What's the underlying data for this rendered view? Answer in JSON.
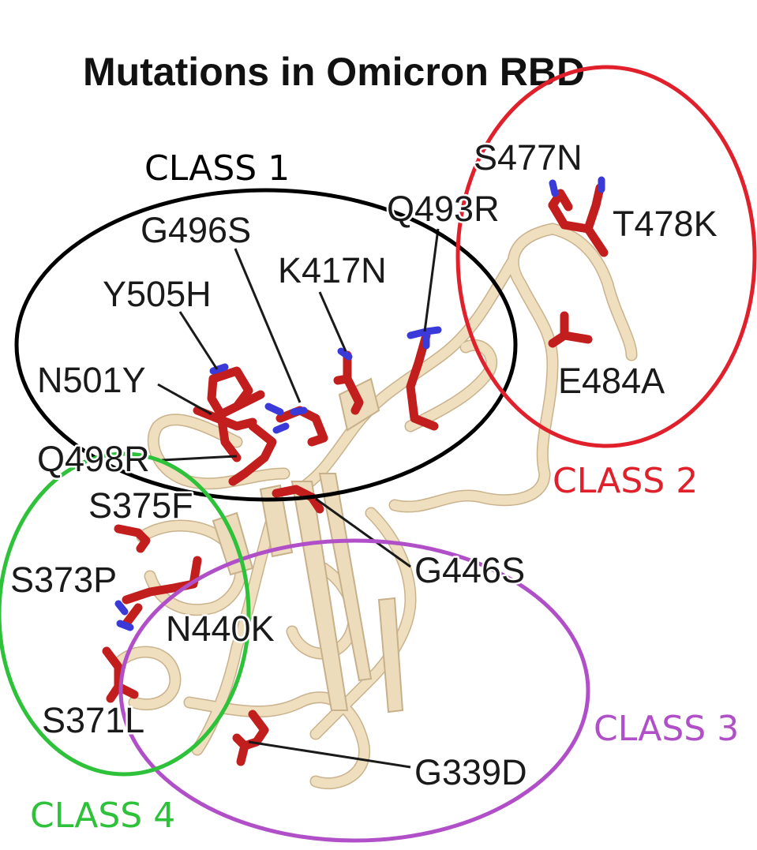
{
  "title": "Mutations in Omicron RBD",
  "classes": [
    {
      "label": "CLASS 1",
      "color": "#000000"
    },
    {
      "label": "CLASS 2",
      "color": "#e0202a"
    },
    {
      "label": "CLASS 3",
      "color": "#b04fc8"
    },
    {
      "label": "CLASS 4",
      "color": "#2ec13a"
    }
  ],
  "mutations": [
    "G496S",
    "K417N",
    "Q493R",
    "Y505H",
    "N501Y",
    "Q498R",
    "S477N",
    "T478K",
    "E484A",
    "S375F",
    "S373P",
    "N440K",
    "S371L",
    "G446S",
    "G339D"
  ],
  "colors": {
    "protein": "#efdfbf",
    "mutated_residue": "#c21e1e",
    "nitrogen": "#3a3ad8"
  }
}
